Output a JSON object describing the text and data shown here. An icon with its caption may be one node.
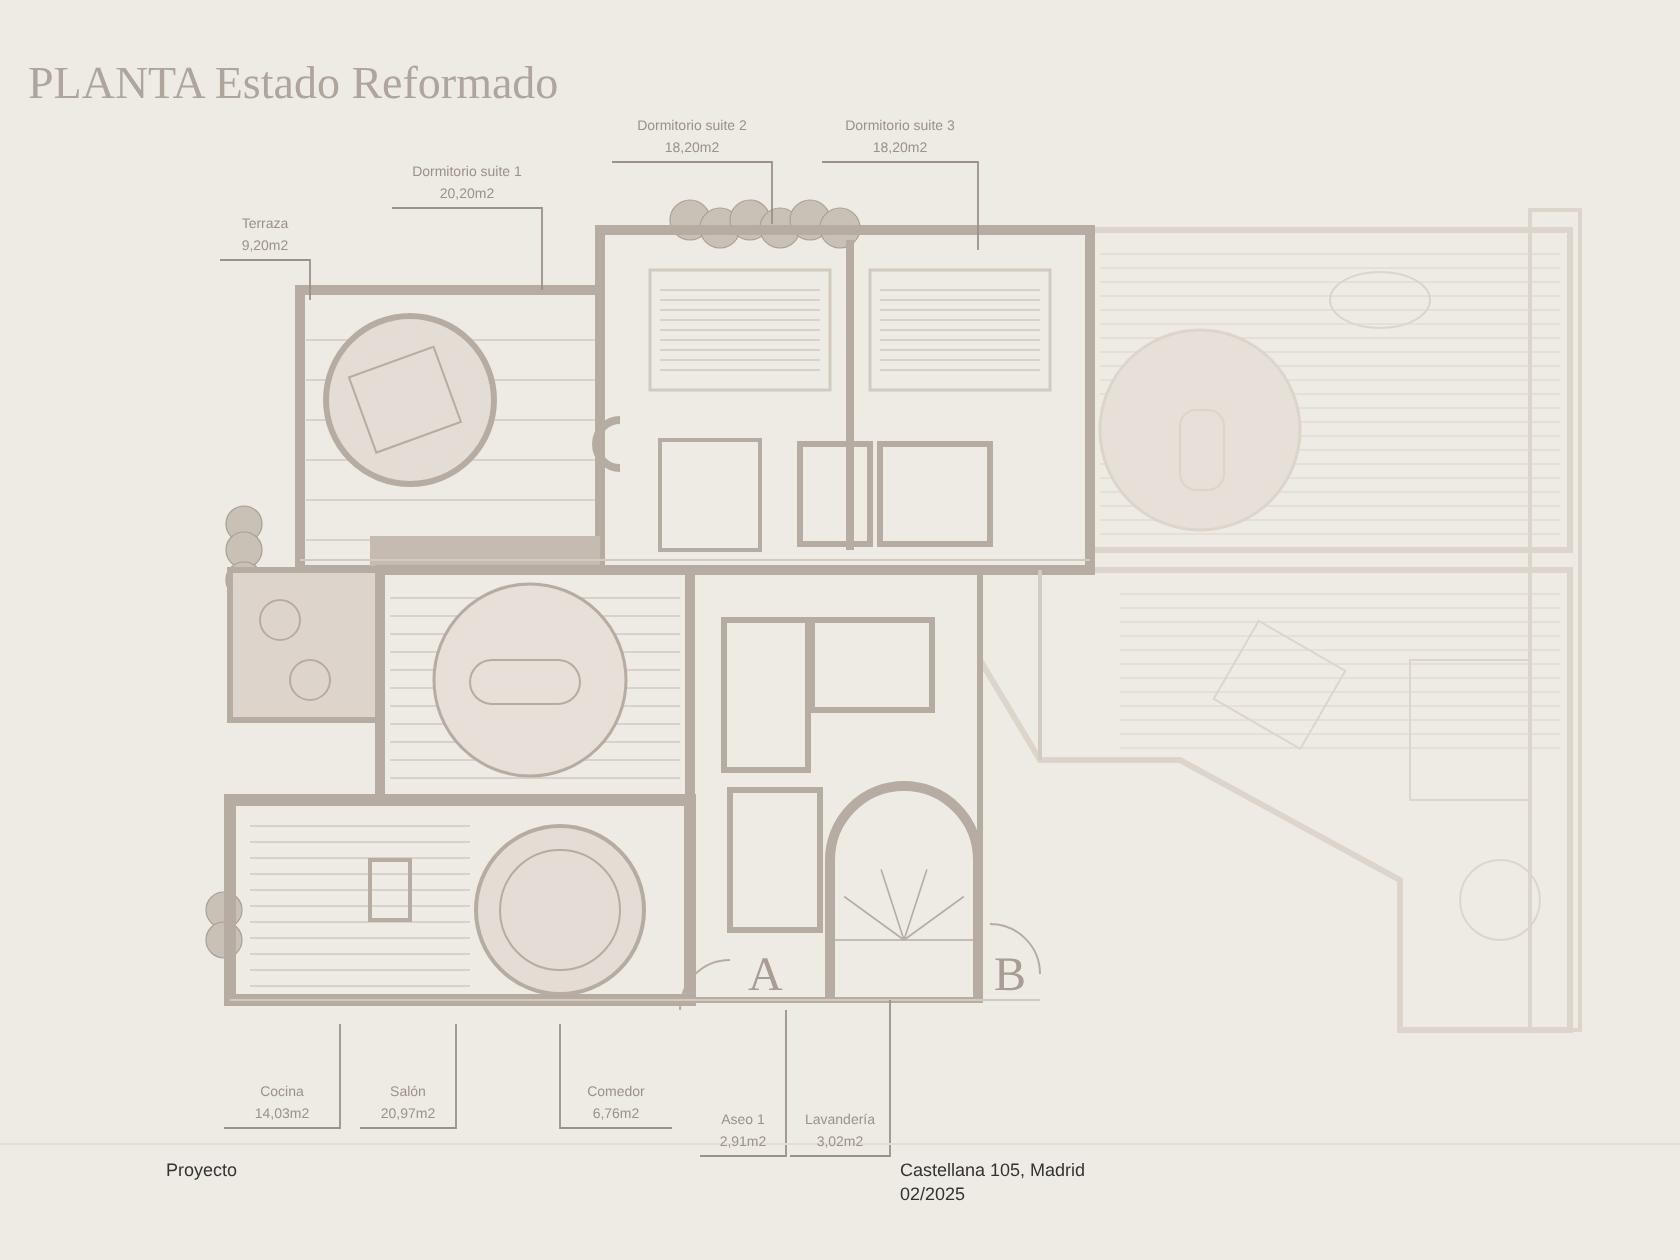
{
  "diagram": {
    "title": "PLANTA Estado Reformado",
    "nodes": [
      {
        "text": [
          "Dormitorio suite 2",
          "18,20m2"
        ]
      },
      {
        "text": [
          "Dormitorio suite 3",
          "18,20m2"
        ]
      },
      {
        "text": [
          "Dormitorio suite 1",
          "20,20m2"
        ]
      },
      {
        "text": [
          "Terraza",
          "9,20m2"
        ]
      },
      {
        "text": [
          "Cocina",
          "14,03m2"
        ]
      },
      {
        "text": [
          "Salón",
          "20,97m2"
        ]
      },
      {
        "text": [
          "Comedor",
          "6,76m2"
        ]
      },
      {
        "text": [
          "Aseo 1",
          "2,91m2"
        ]
      },
      {
        "text": [
          "Lavandería",
          "3,02m2"
        ]
      }
    ],
    "edges": [
      {
        "from": 0,
        "to": null,
        "arrow": "none"
      },
      {
        "from": 1,
        "to": null,
        "arrow": "none"
      },
      {
        "from": 2,
        "to": null,
        "arrow": "none"
      },
      {
        "from": 3,
        "to": null,
        "arrow": "none"
      },
      {
        "from": 4,
        "to": null,
        "arrow": "none"
      },
      {
        "from": 5,
        "to": null,
        "arrow": "none"
      },
      {
        "from": 6,
        "to": null,
        "arrow": "none"
      },
      {
        "from": 7,
        "to": null,
        "arrow": "none"
      },
      {
        "from": 8,
        "to": null,
        "arrow": "none"
      }
    ],
    "labels": [
      "A",
      "B",
      "Proyecto",
      "Castellana 105, Madrid",
      "02/2025"
    ]
  }
}
